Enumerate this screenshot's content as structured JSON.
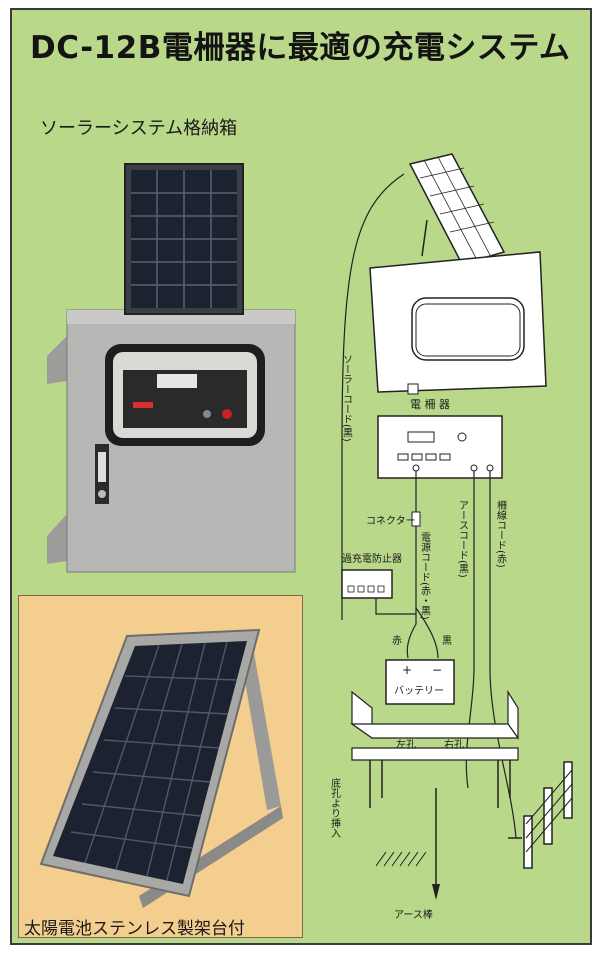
{
  "title": "DC-12B電柵器に最適の充電システム",
  "caption_storage_box": "ソーラーシステム格納箱",
  "caption_panel_stand": "太陽電池ステンレス製架台付",
  "diagram": {
    "fence_unit": "電 柵 器",
    "solar_cord": "ソーラーコード(黒)",
    "connector": "コネクター",
    "power_cord": "電源コード(赤・黒)",
    "ground_cord": "アースコード(黒)",
    "fence_wire_cord": "柵線コード(赤)",
    "overcharge_protector": "過充電防止器",
    "red": "赤",
    "black": "黒",
    "plus": "+",
    "minus": "−",
    "battery": "バッテリー",
    "left_hole": "左孔",
    "right_hole": "右孔",
    "bottom_hole_insert": "底孔より挿入",
    "ground_rod": "アース棒"
  },
  "colors": {
    "background": "#b9d88a",
    "inset_background": "#f4ce8e",
    "box_gray": "#b7b7b5",
    "solar_cell": "#1c2230"
  }
}
